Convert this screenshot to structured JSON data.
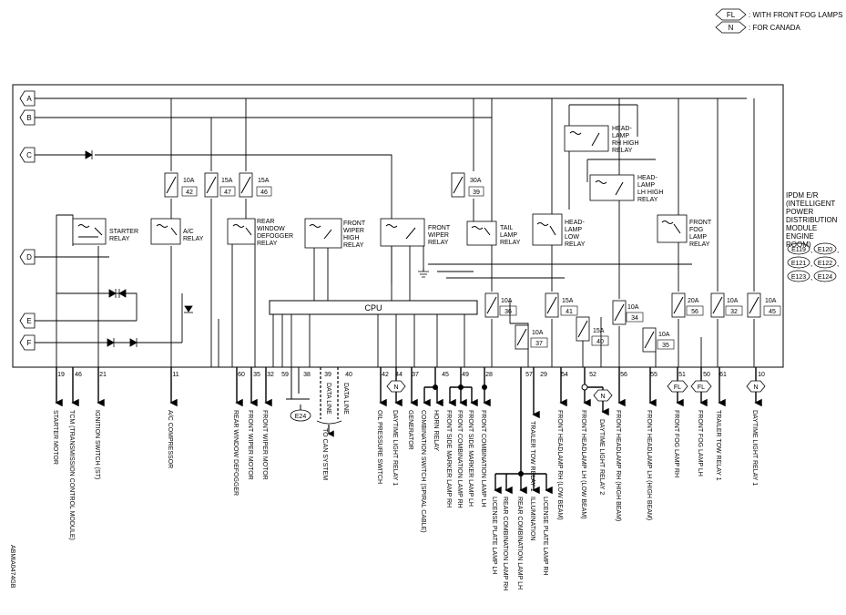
{
  "legend": [
    {
      "symbol": "FL",
      "text": ": WITH FRONT FOG LAMPS"
    },
    {
      "symbol": "N",
      "text": ": FOR CANADA"
    }
  ],
  "module": {
    "name_lines": [
      "IPDM E/R",
      "(INTELLIGENT",
      "POWER",
      "DISTRIBUTION",
      "MODULE",
      "ENGINE",
      "ROOM)"
    ],
    "connectors": [
      "E119",
      "E120",
      "E121",
      "E122",
      "E123",
      "E124"
    ],
    "cpu_label": "CPU"
  },
  "inputs": [
    "A",
    "B",
    "C",
    "D",
    "E",
    "F"
  ],
  "fuses": [
    {
      "amp": "10A",
      "num": "42"
    },
    {
      "amp": "15A",
      "num": "47"
    },
    {
      "amp": "15A",
      "num": "46"
    },
    {
      "amp": "30A",
      "num": "39"
    },
    {
      "amp": "10A",
      "num": "36"
    },
    {
      "amp": "15A",
      "num": "41"
    },
    {
      "amp": "10A",
      "num": "34"
    },
    {
      "amp": "20A",
      "num": "56"
    },
    {
      "amp": "10A",
      "num": "32"
    },
    {
      "amp": "10A",
      "num": "45"
    },
    {
      "amp": "10A",
      "num": "37"
    },
    {
      "amp": "15A",
      "num": "40"
    },
    {
      "amp": "10A",
      "num": "35"
    }
  ],
  "relays": [
    {
      "lines": [
        "STARTER",
        "RELAY"
      ]
    },
    {
      "lines": [
        "A/C",
        "RELAY"
      ]
    },
    {
      "lines": [
        "REAR",
        "WINDOW",
        "DEFOGGER",
        "RELAY"
      ]
    },
    {
      "lines": [
        "FRONT",
        "WIPER",
        "HIGH",
        "RELAY"
      ]
    },
    {
      "lines": [
        "FRONT",
        "WIPER",
        "RELAY"
      ]
    },
    {
      "lines": [
        "TAIL",
        "LAMP",
        "RELAY"
      ]
    },
    {
      "lines": [
        "HEAD-",
        "LAMP",
        "LOW",
        "RELAY"
      ]
    },
    {
      "lines": [
        "HEAD-",
        "LAMP",
        "RH HIGH",
        "RELAY"
      ]
    },
    {
      "lines": [
        "HEAD-",
        "LAMP",
        "LH HIGH",
        "RELAY"
      ]
    },
    {
      "lines": [
        "FRONT",
        "FOG",
        "LAMP",
        "RELAY"
      ]
    }
  ],
  "terminals": [
    "19",
    "46",
    "21",
    "11",
    "60",
    "35",
    "32",
    "59",
    "38",
    "39",
    "40",
    "42",
    "44",
    "37",
    "45",
    "49",
    "28",
    "57",
    "29",
    "54",
    "52",
    "56",
    "55",
    "51",
    "50",
    "61",
    "10"
  ],
  "ground_connector": "E24",
  "data_line": "DATA LINE",
  "can_label": "TO CAN SYSTEM",
  "symbols": {
    "fl": "FL",
    "n": "N"
  },
  "outputs": [
    "STARTER MOTOR",
    "TCM (TRANSMISSION CONTROL MODULE)",
    "IGNITION SWITCH (ST)",
    "A/C COMPRESSOR",
    "REAR WINDOW DEFOGGER",
    "FRONT WIPER MOTOR",
    "FRONT WIPER MOTOR",
    "OIL PRESSURE SWITCH",
    "DAYTIME LIGHT RELAY 1",
    "GENERATOR",
    "COMBINATION SWITCH (SPIRAL CABLE)",
    "HORN RELAY",
    "FRONT SIDE MARKER LAMP RH",
    "FRONT COMBINATION LAMP RH",
    "FRONT SIDE MARKER LAMP LH",
    "FRONT COMBINATION LAMP LH",
    "LICENSE PLATE LAMP LH",
    "REAR COMBINATION LAMP RH",
    "REAR COMBINATION LAMP LH",
    "ILLUMINATION",
    "LICENSE PLATE LAMP RH",
    "TRAILER TOW RELAY 1",
    "FRONT HEADLAMP RH (LOW BEAM)",
    "FRONT HEADLAMP LH (LOW BEAM)",
    "DAYTIME LIGHT RELAY 2",
    "FRONT HEADLAMP RH (HIGH BEAM)",
    "FRONT HEADLAMP LH (HIGH BEAM)",
    "FRONT FOG LAMP RH",
    "FRONT FOG LAMP LH",
    "TRAILER TOW RELAY 1",
    "DAYTIME LIGHT RELAY 1"
  ],
  "diagram_code": "ABMIA0474GB"
}
